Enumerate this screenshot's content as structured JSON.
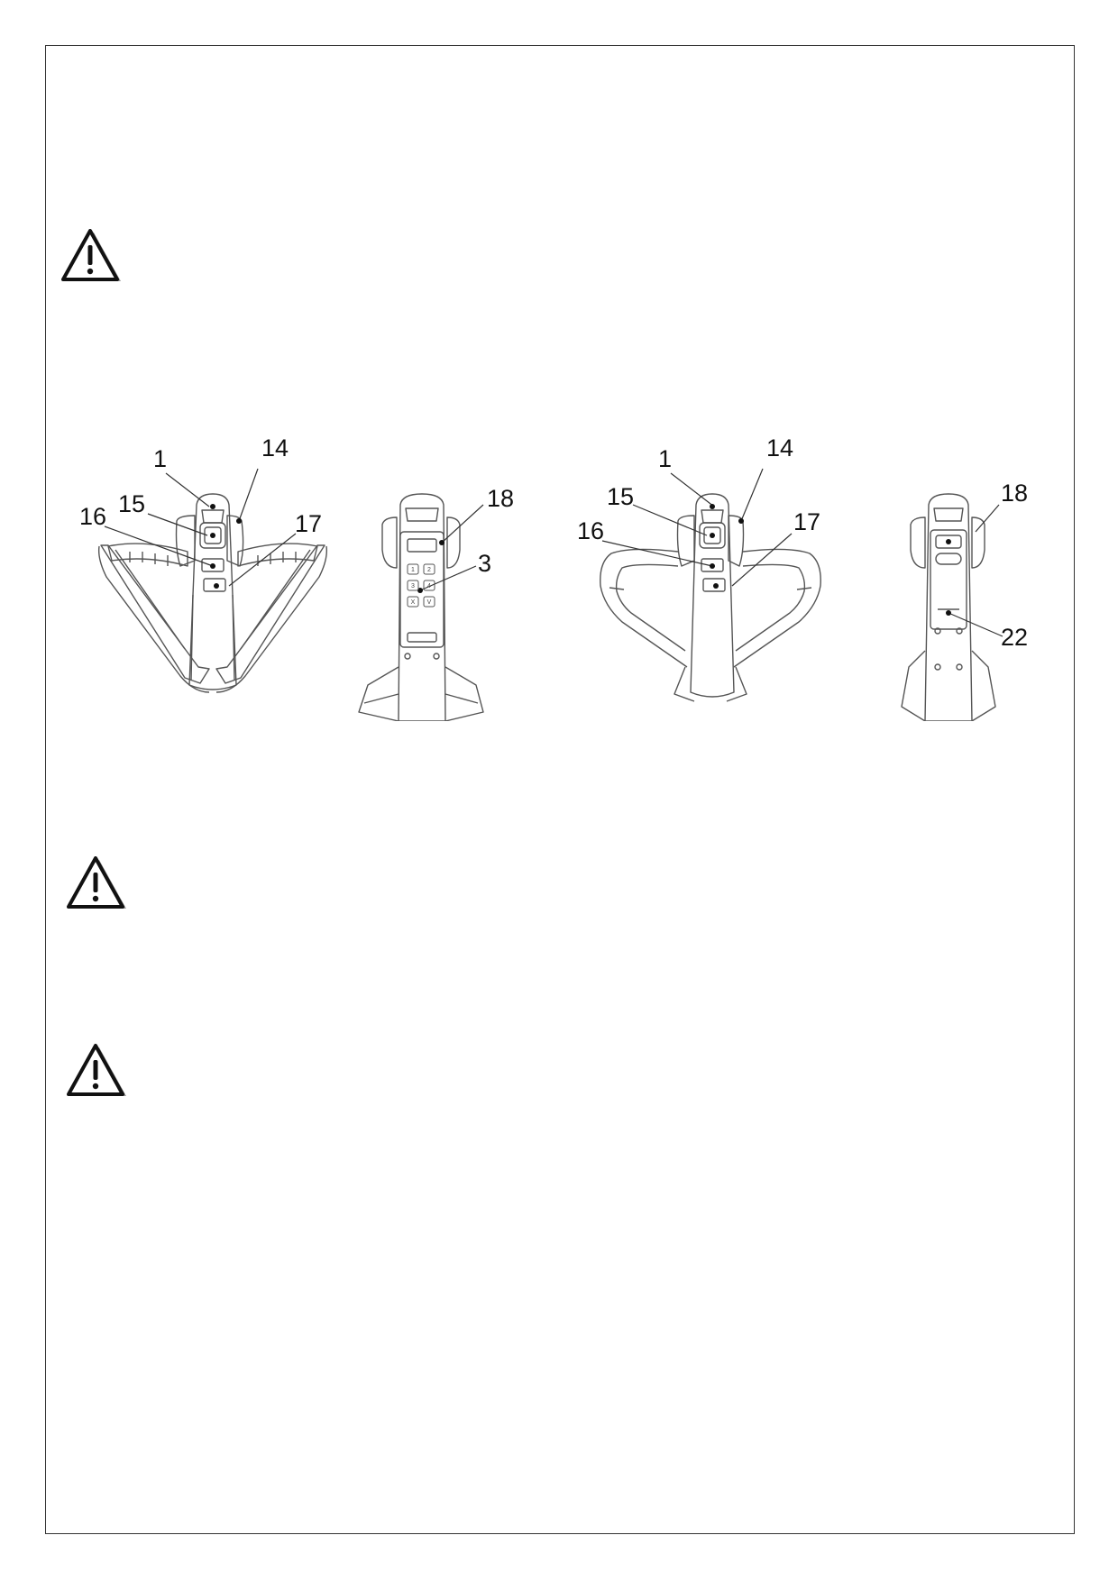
{
  "figure": {
    "callouts_left": [
      "1",
      "14",
      "15",
      "16",
      "17"
    ],
    "callouts_side1": [
      "18",
      "3"
    ],
    "callouts_right": [
      "1",
      "14",
      "15",
      "16",
      "17"
    ],
    "callouts_side2": [
      "18",
      "22"
    ],
    "keypad_keys": [
      "1",
      "2",
      "3",
      "4",
      "X",
      "V"
    ]
  }
}
